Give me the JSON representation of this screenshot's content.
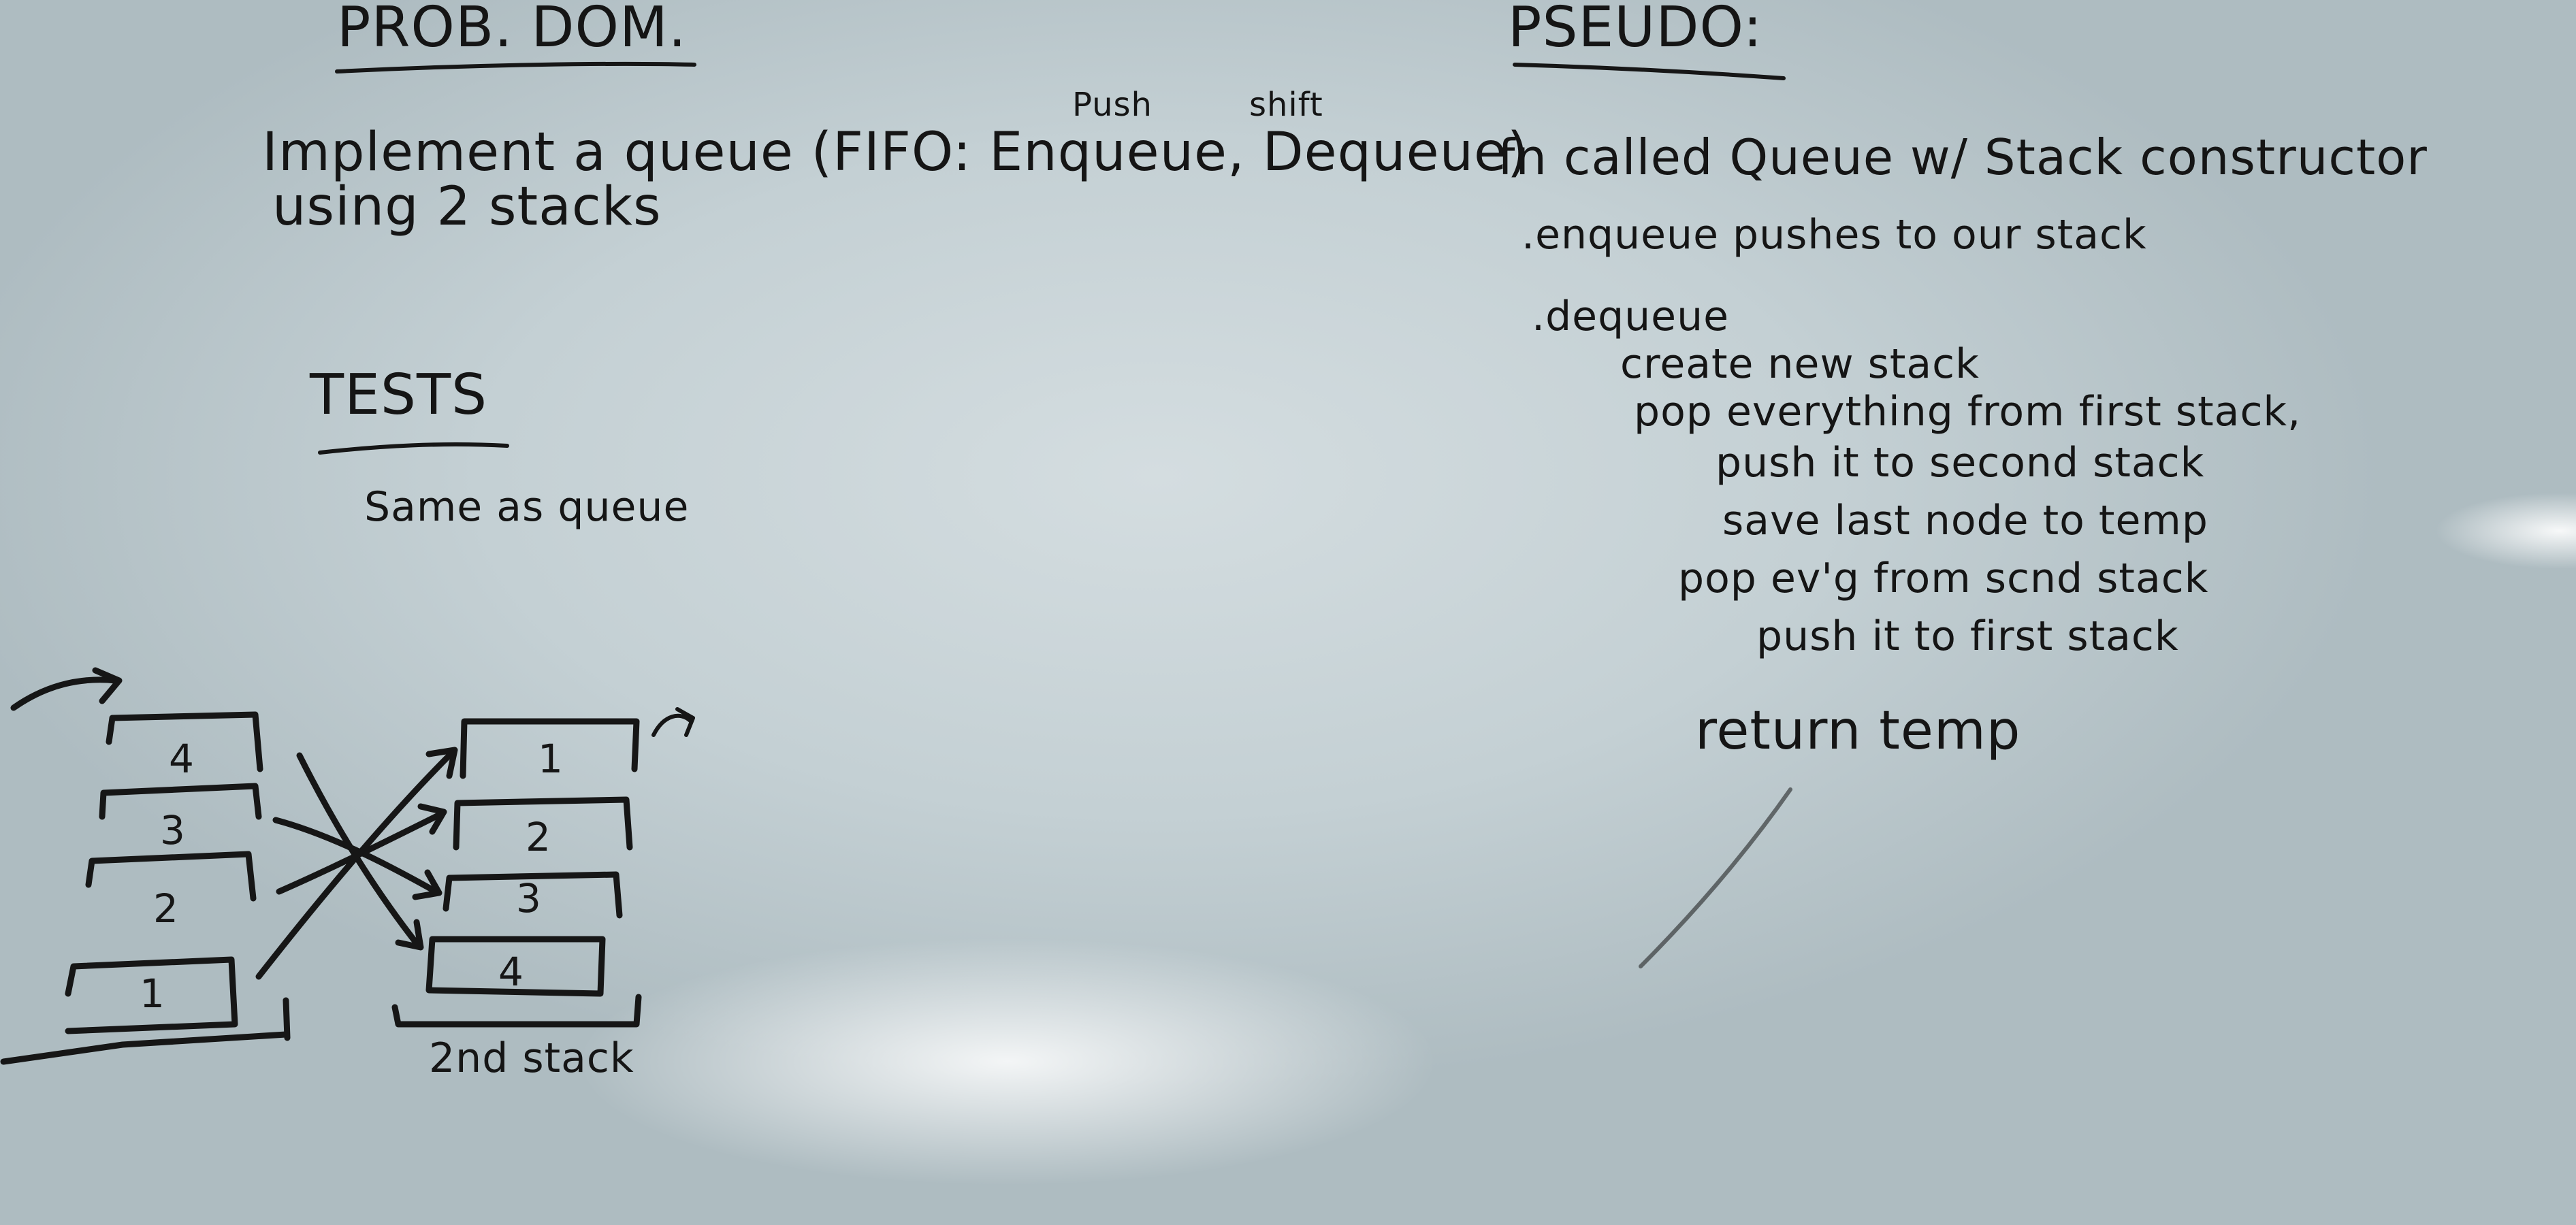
{
  "problem": {
    "heading": "Prob. Dom.",
    "line1": "Implement a queue (FIFO: Enqueue, Dequeue)",
    "line2": "using 2 stacks",
    "push_label": "Push",
    "shift_label": "shift"
  },
  "tests": {
    "heading": "Tests",
    "text": "Same as queue"
  },
  "pseudo": {
    "heading": "Pseudo:",
    "lines": [
      "fn called Queue w/ Stack constructor",
      ".enqueue pushes to our stack",
      ".dequeue",
      "create new stack",
      "pop everything from first stack,",
      "push it to second stack",
      "save last node to temp",
      "pop ev'g from scnd stack",
      "push it to first stack",
      "return temp"
    ]
  },
  "diagram": {
    "first_stack": [
      "4",
      "3",
      "2",
      "1"
    ],
    "second_stack": [
      "1",
      "2",
      "3",
      "4"
    ],
    "second_stack_label": "2nd stack"
  }
}
